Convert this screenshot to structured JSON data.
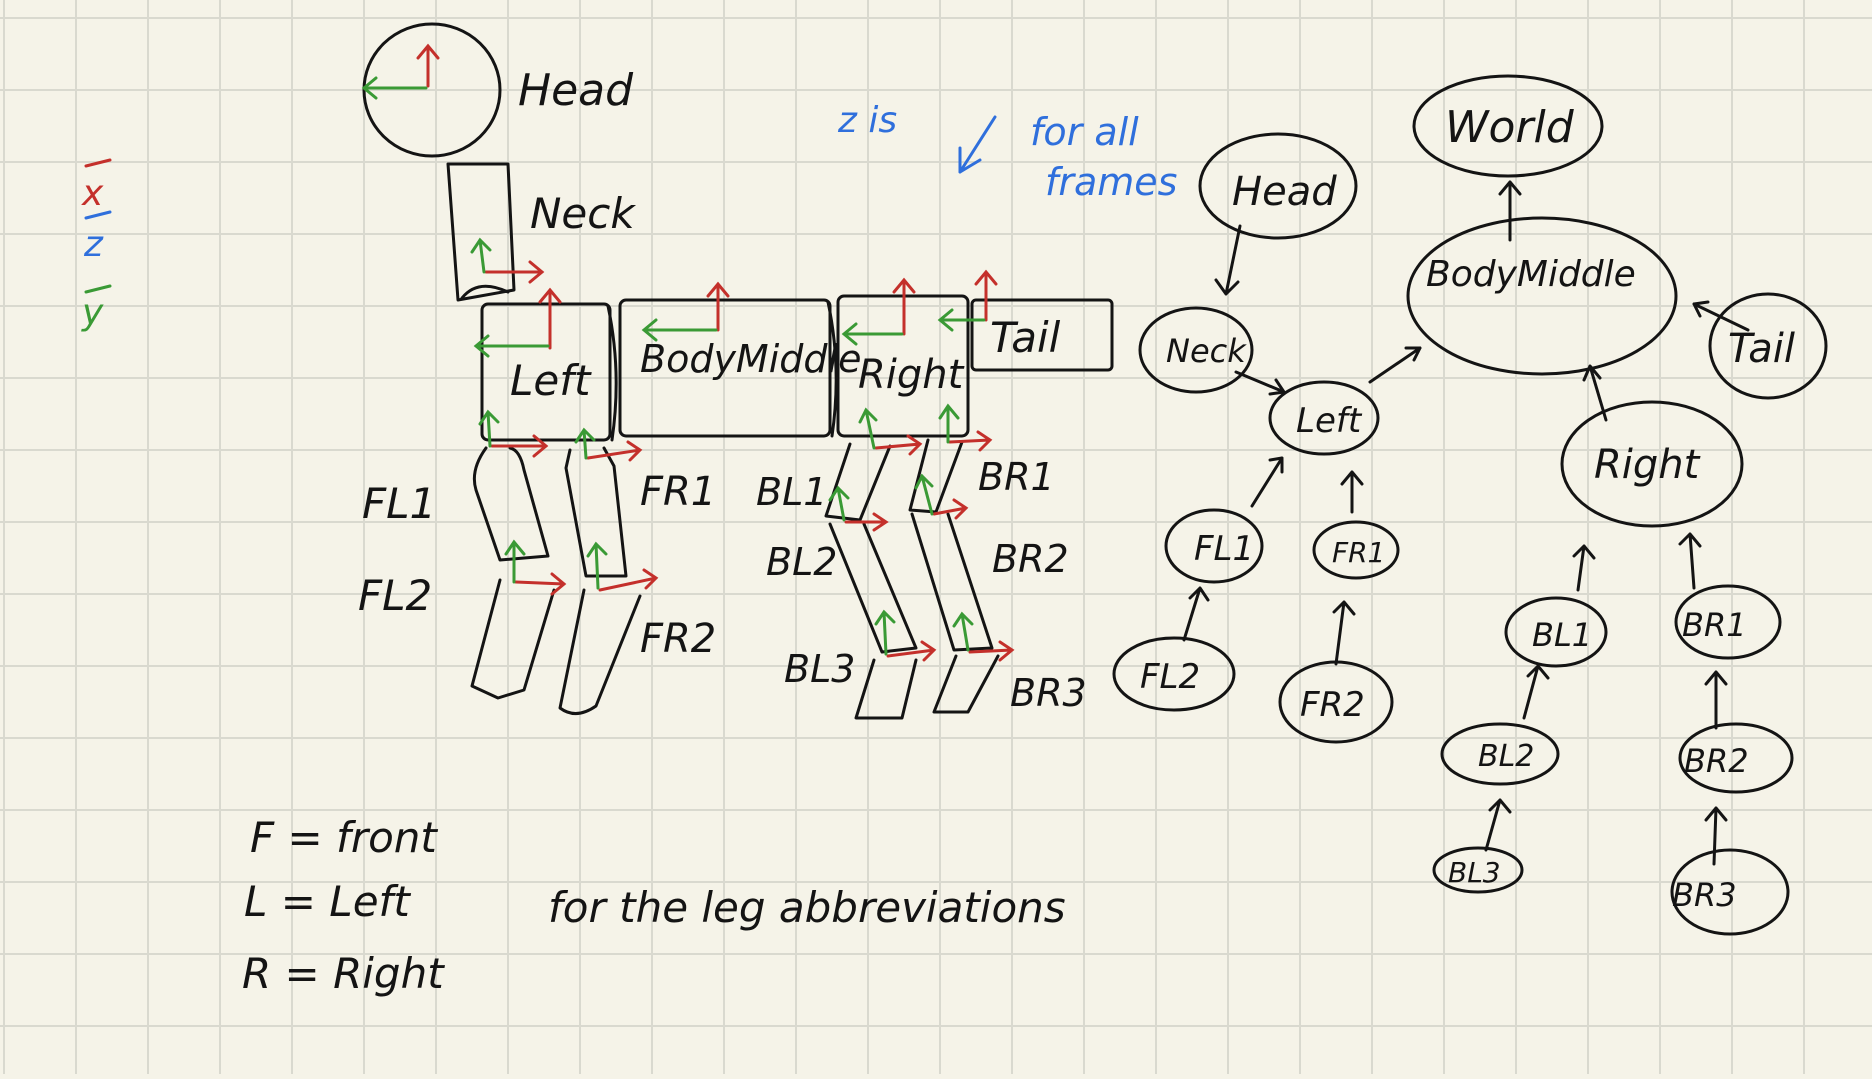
{
  "colors": {
    "x": "#c4302b",
    "y": "#3a9a35",
    "z": "#2f6fdc",
    "ink": "#141414",
    "paper": "#f5f3e8",
    "grid": "#d9d9cf"
  },
  "legend": {
    "x": "x",
    "z": "z",
    "y": "y"
  },
  "note": {
    "z_is": "z is",
    "for_all": "for all",
    "frames": "frames"
  },
  "body": {
    "head": "Head",
    "neck": "Neck",
    "left": "Left",
    "body_middle": "BodyMiddle",
    "right": "Right",
    "tail": "Tail",
    "legs": {
      "fl1": "FL1",
      "fl2": "FL2",
      "fr1": "FR1",
      "fr2": "FR2",
      "bl1": "BL1",
      "bl2": "BL2",
      "bl3": "BL3",
      "br1": "BR1",
      "br2": "BR2",
      "br3": "BR3"
    }
  },
  "tree": {
    "world": "World",
    "body_middle": "BodyMiddle",
    "head": "Head",
    "neck": "Neck",
    "left": "Left",
    "tail": "Tail",
    "right": "Right",
    "fl1": "FL1",
    "fl2": "FL2",
    "fr1": "FR1",
    "fr2": "FR2",
    "bl1": "BL1",
    "bl2": "BL2",
    "bl3": "BL3",
    "br1": "BR1",
    "br2": "BR2",
    "br3": "BR3"
  },
  "abbrev": {
    "f": "F = front",
    "l": "L = Left",
    "r": "R = Right",
    "note": "for the leg abbreviations"
  }
}
